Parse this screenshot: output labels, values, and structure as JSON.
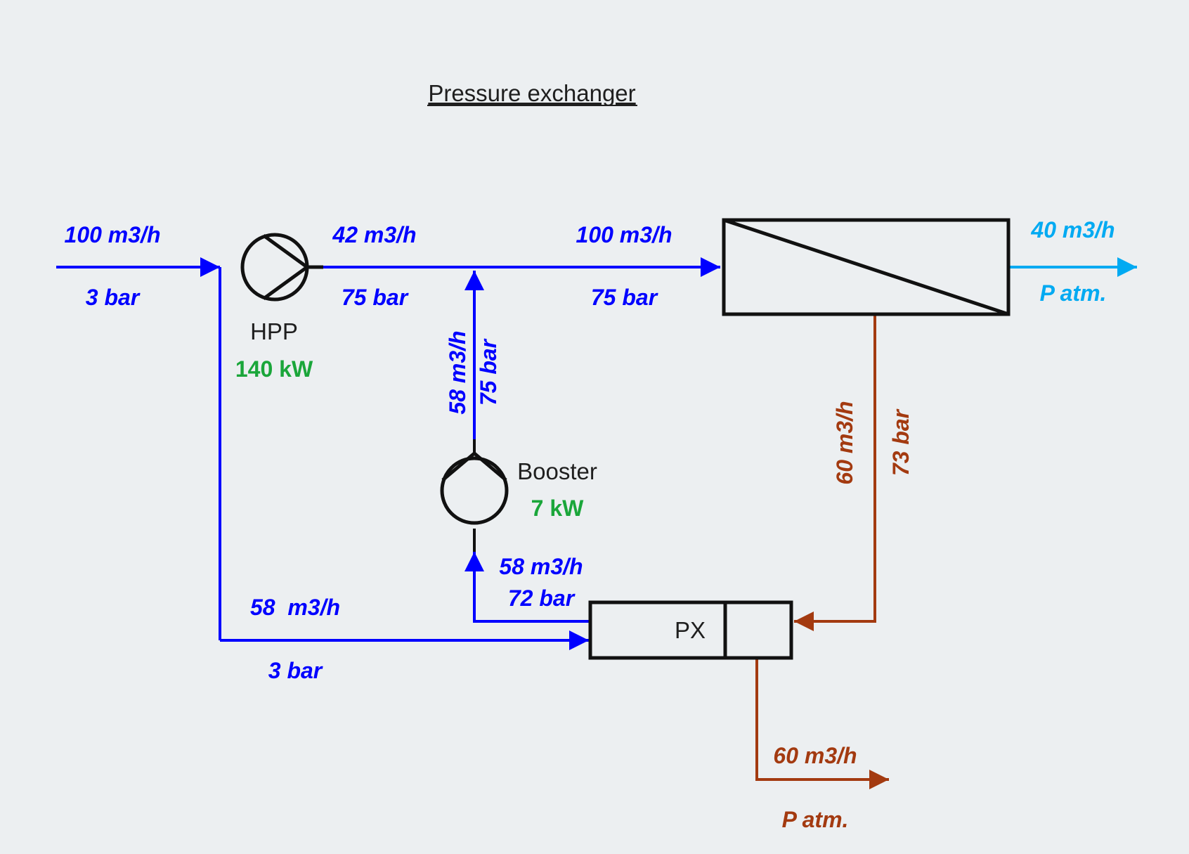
{
  "title": "Pressure exchanger",
  "colors": {
    "feed": "#0000ff",
    "permeate": "#00aaf2",
    "brine": "#a33a10",
    "power": "#1aa63a",
    "equipment": "#111111",
    "label": "#1f1f1f"
  },
  "feed_inlet": {
    "flow": "100 m3/h",
    "pressure": "3 bar"
  },
  "hpp": {
    "name": "HPP",
    "power": "140 kW"
  },
  "hpp_outlet": {
    "flow": "42 m3/h",
    "pressure": "75 bar"
  },
  "membrane_feed": {
    "flow": "100 m3/h",
    "pressure": "75 bar"
  },
  "permeate": {
    "flow": "40 m3/h",
    "pressure": "P atm."
  },
  "booster_outlet": {
    "flow": "58 m3/h",
    "pressure": "75 bar"
  },
  "booster": {
    "name": "Booster",
    "power": "7 kW"
  },
  "px_high_pressure_out": {
    "flow": "58 m3/h",
    "pressure": "72 bar"
  },
  "px_low_pressure_in": {
    "flow": "58  m3/h",
    "pressure": "3 bar"
  },
  "px": {
    "name": "PX"
  },
  "brine_return": {
    "flow": "60 m3/h",
    "pressure": "73 bar"
  },
  "brine_discharge": {
    "flow": "60 m3/h",
    "pressure": "P atm."
  }
}
